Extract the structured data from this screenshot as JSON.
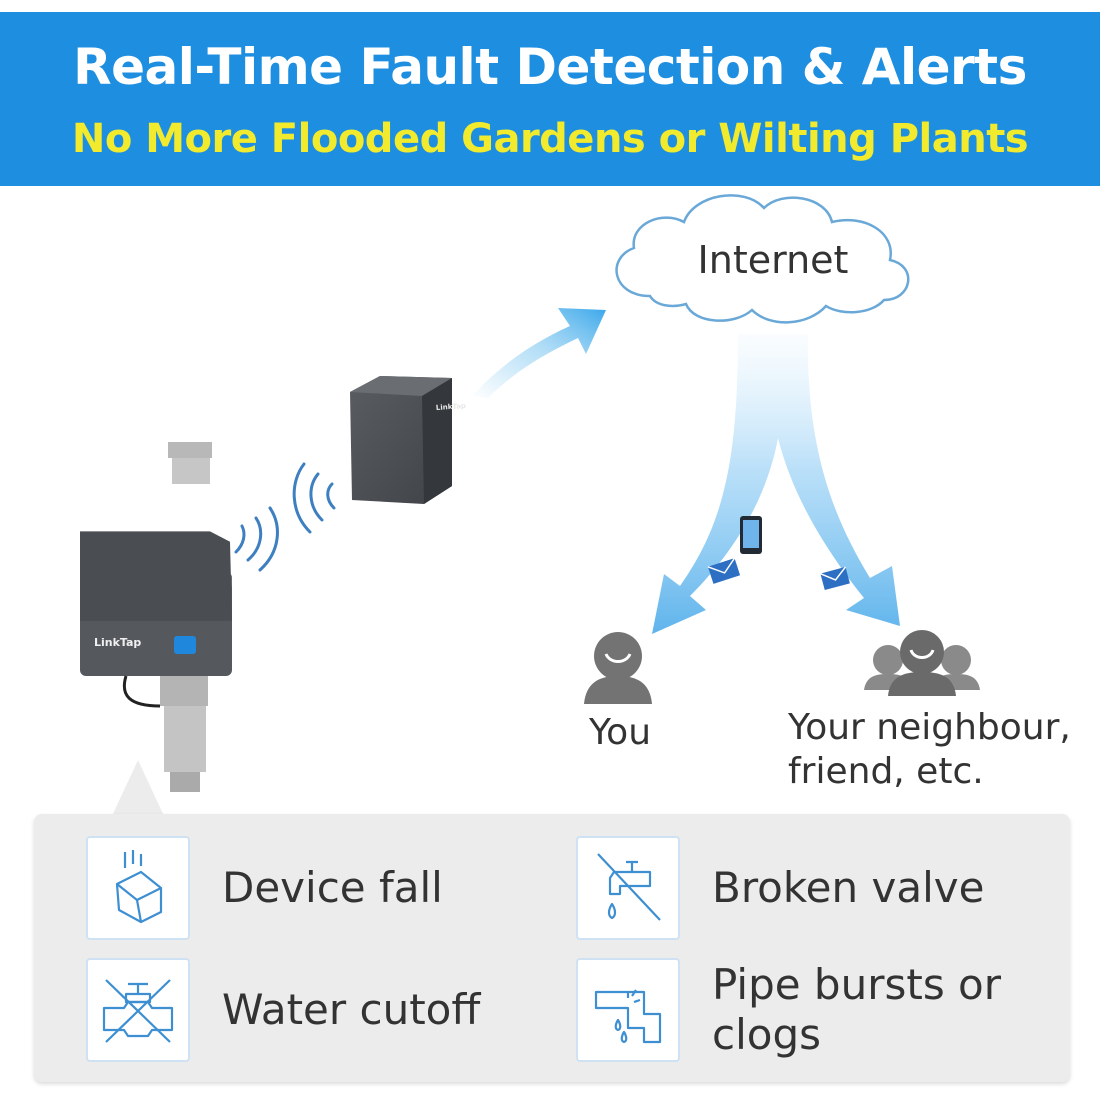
{
  "header": {
    "title": "Real-Time Fault Detection & Alerts",
    "subtitle": "No More Flooded Gardens or Wilting Plants"
  },
  "diagram": {
    "cloud_label": "Internet",
    "recipient_you": "You",
    "recipient_others": "Your neighbour,\nfriend, etc."
  },
  "faults": [
    {
      "label": "Device fall",
      "icon": "falling-box-icon"
    },
    {
      "label": "Broken valve",
      "icon": "broken-faucet-icon"
    },
    {
      "label": "Water cutoff",
      "icon": "crossed-valve-icon"
    },
    {
      "label": "Pipe bursts or\nclogs",
      "icon": "leaking-pipe-icon"
    }
  ],
  "colors": {
    "banner": "#1e8fe0",
    "title": "#ffffff",
    "subtitle": "#f2ea2c",
    "icon_stroke": "#3d8fd1"
  }
}
